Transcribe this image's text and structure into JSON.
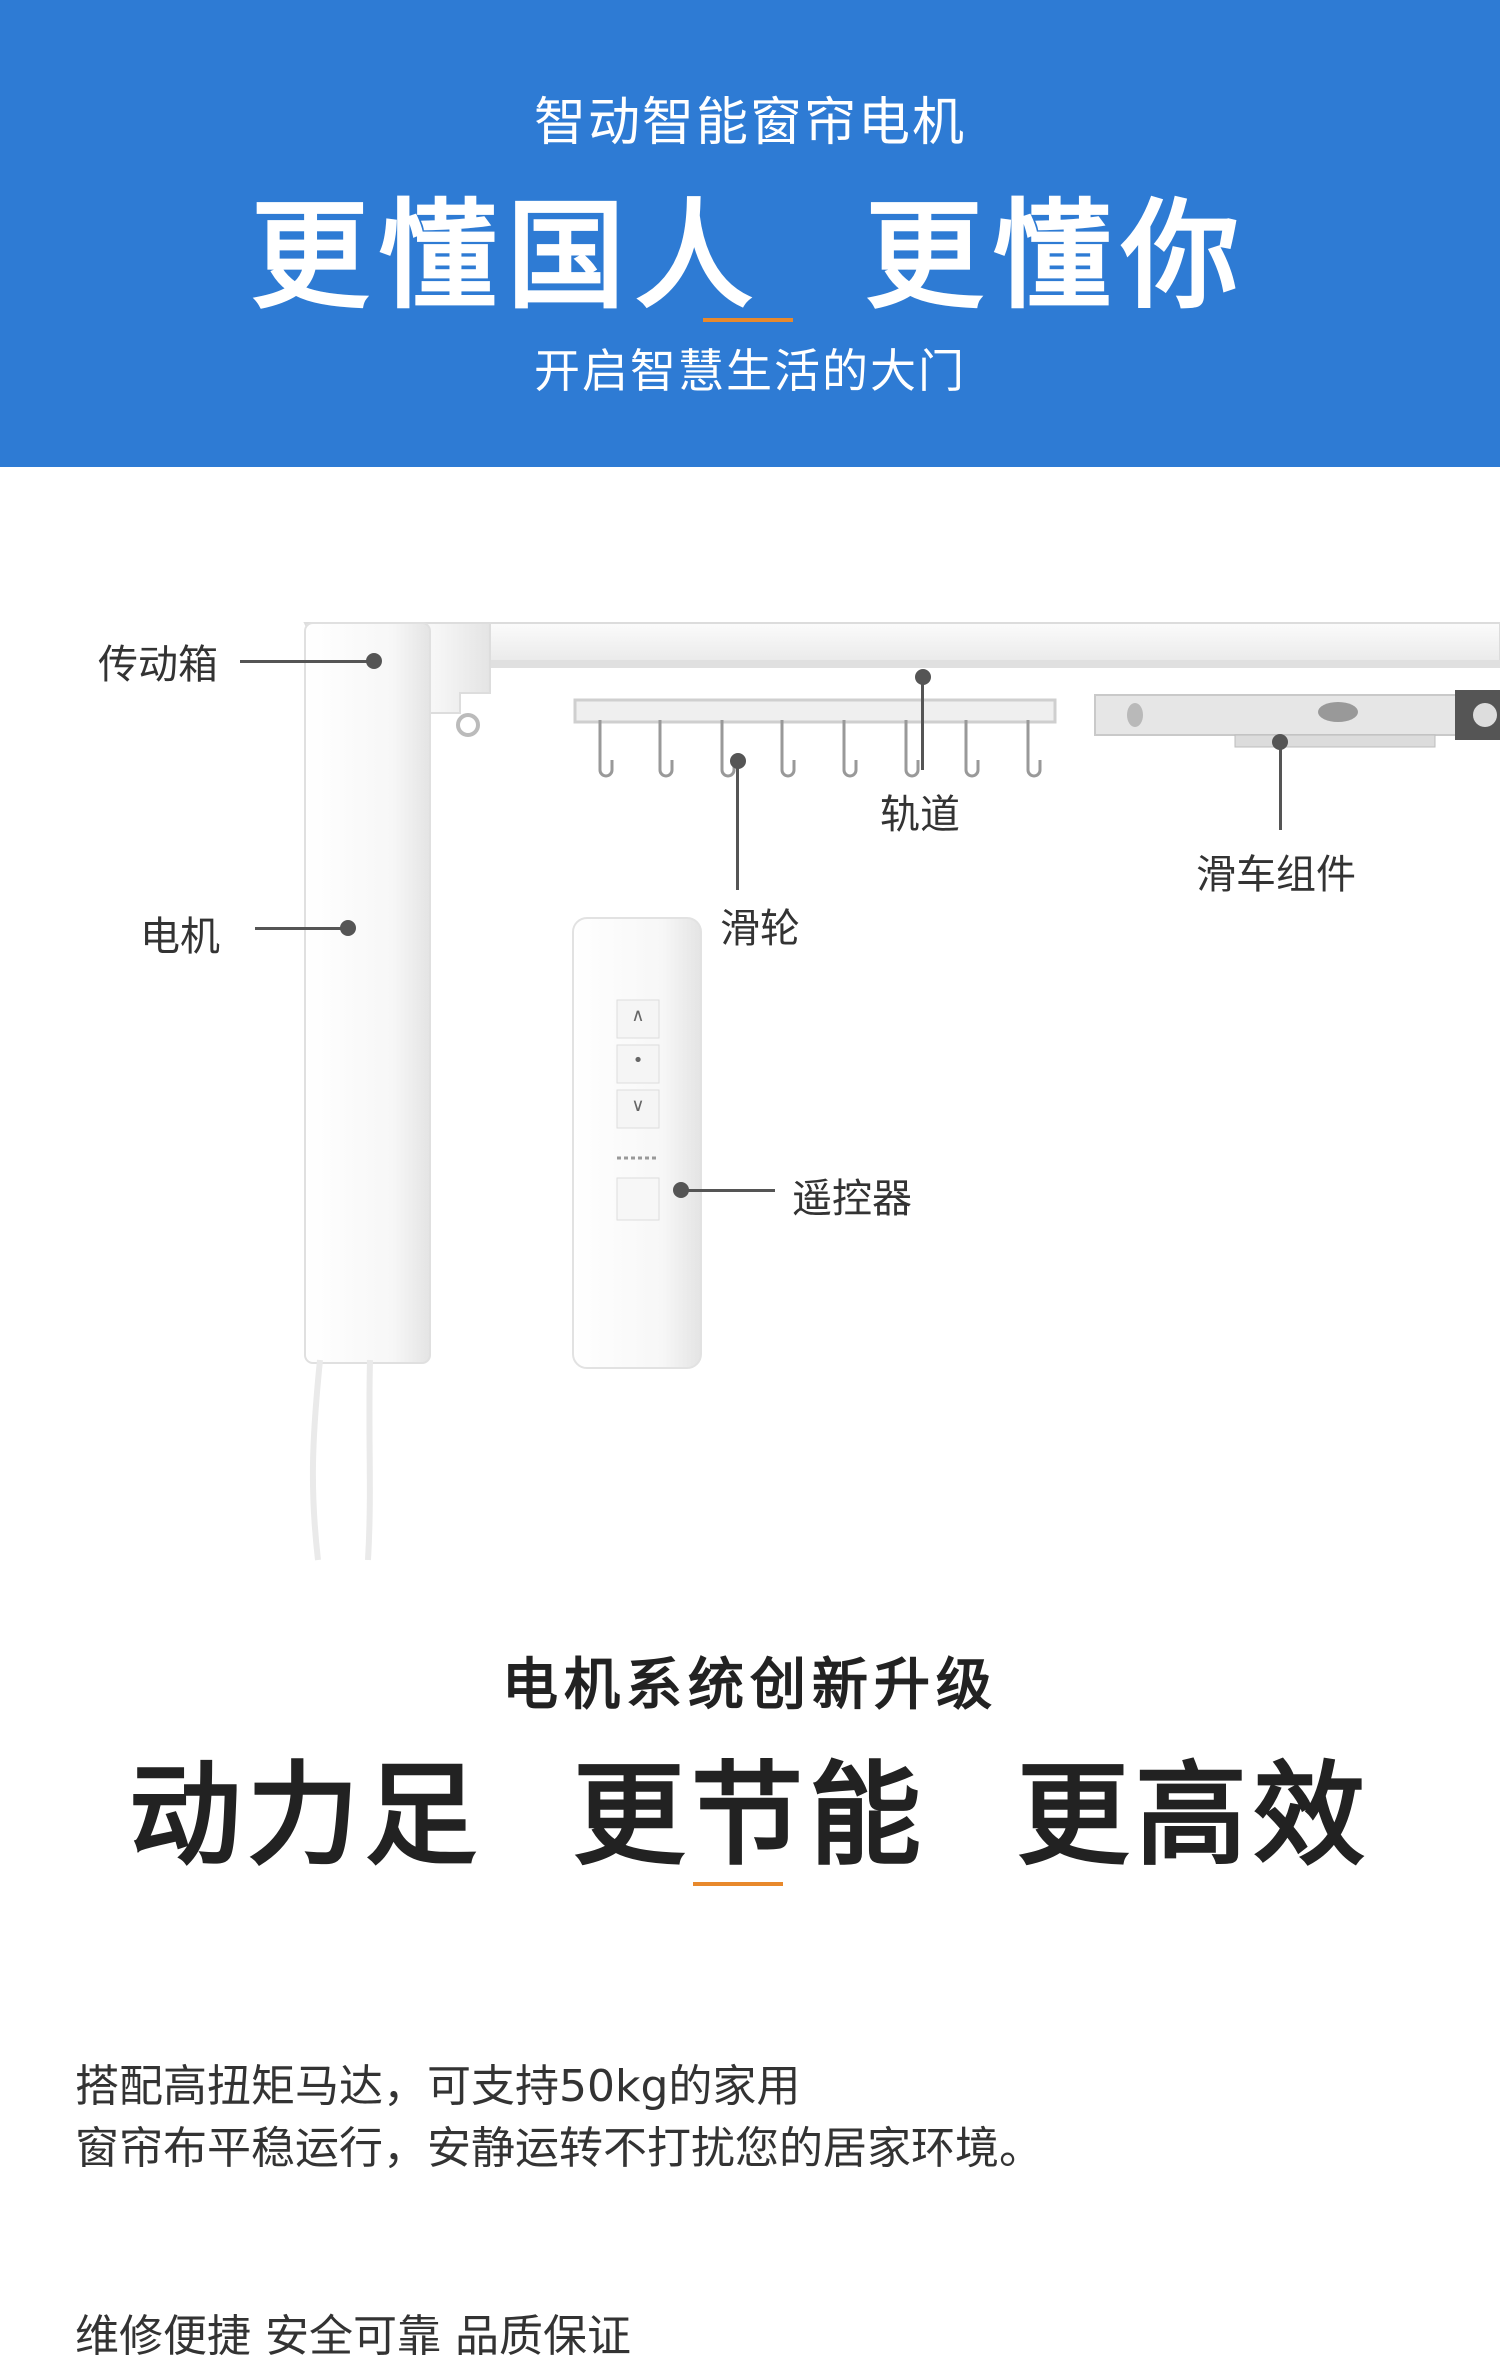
{
  "banner": {
    "subtitle": "智动智能窗帘电机",
    "headline": "更懂国人  更懂你",
    "tagline": "开启智慧生活的大门"
  },
  "diagram": {
    "labels": {
      "gearbox": "传动箱",
      "motor": "电机",
      "pulley": "滑轮",
      "track": "轨道",
      "trolley": "滑车组件",
      "remote": "遥控器"
    },
    "remote_buttons": [
      "∧",
      "•",
      "∨"
    ]
  },
  "section2": {
    "subtitle": "电机系统创新升级",
    "headline": "动力足  更节能  更高效",
    "description": [
      "搭配高扭矩马达，可支持50kg的家用",
      "窗帘布平稳运行，安静运转不打扰您的居家环境。"
    ],
    "cutoff_text": "维修便捷          安全可靠          品质保证"
  },
  "colors": {
    "banner_bg": "#2e7bd4",
    "accent_orange": "#e8892c"
  }
}
